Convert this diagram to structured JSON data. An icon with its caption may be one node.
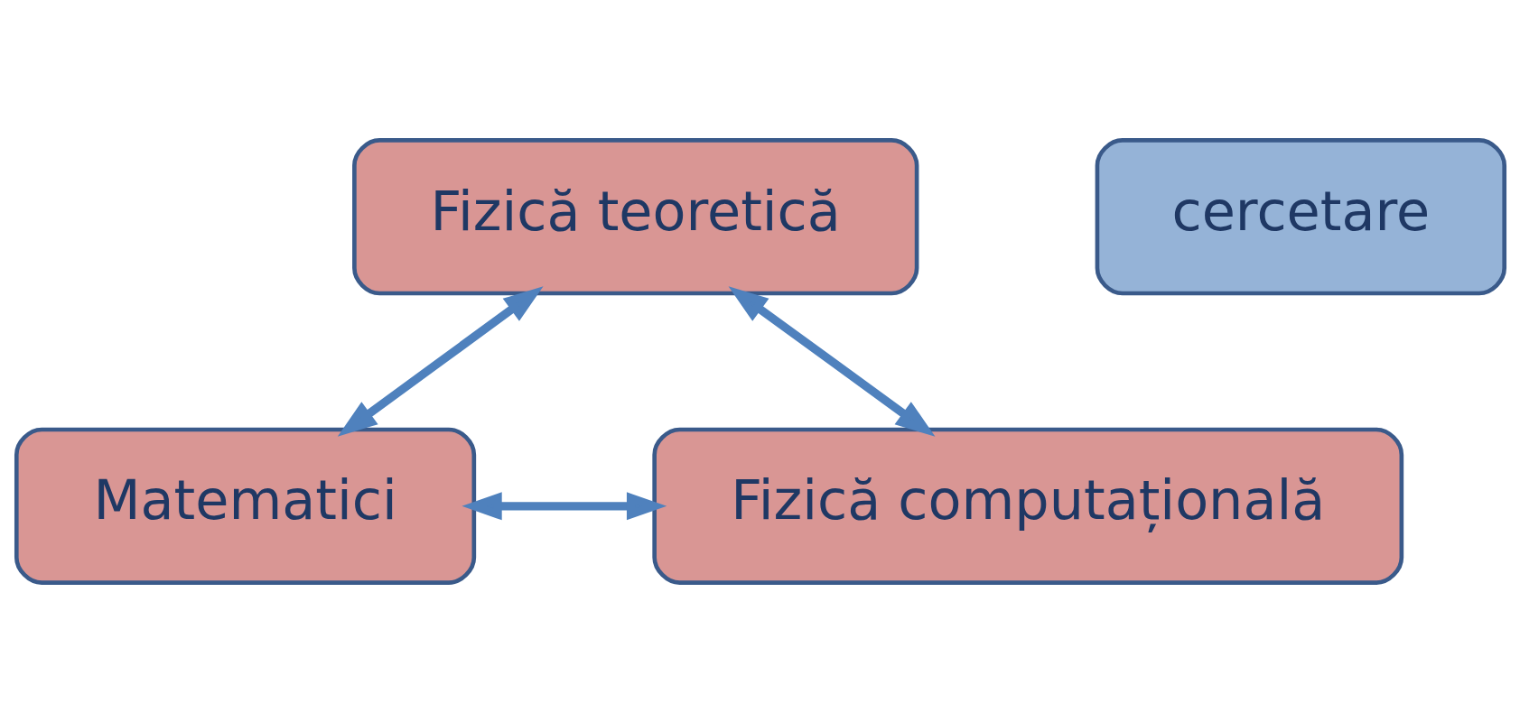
{
  "diagram": {
    "nodes": [
      {
        "text": [
          "Fizică teoretică"
        ]
      },
      {
        "text": [
          "cercetare"
        ]
      },
      {
        "text": [
          "Matematici"
        ]
      },
      {
        "text": [
          "Fizică computațională"
        ]
      }
    ],
    "edges": [
      {
        "from": 0,
        "to": 2,
        "arrow": "both"
      },
      {
        "from": 0,
        "to": 3,
        "arrow": "both"
      },
      {
        "from": 2,
        "to": 3,
        "arrow": "both"
      }
    ]
  }
}
